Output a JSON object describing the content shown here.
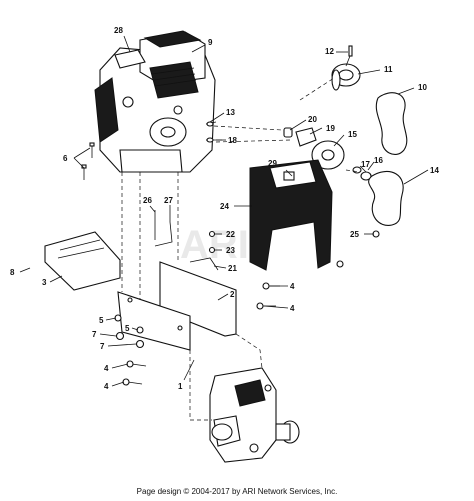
{
  "watermark": "ARI",
  "footer": "Page design © 2004-2017 by ARI Network Services, Inc.",
  "callouts": {
    "c28": "28",
    "c9": "9",
    "c12": "12",
    "c11": "11",
    "c10": "10",
    "c13": "13",
    "c18": "18",
    "c20": "20",
    "c19": "19",
    "c15": "15",
    "c6": "6",
    "c29": "29",
    "c17": "17",
    "c16": "16",
    "c14": "14",
    "c24": "24",
    "c26": "26",
    "c27": "27",
    "c22": "22",
    "c23": "23",
    "c25": "25",
    "c21": "21",
    "c8": "8",
    "c3": "3",
    "c2": "2",
    "c4a": "4",
    "c4b": "4",
    "c5a": "5",
    "c5b": "5",
    "c7a": "7",
    "c7b": "7",
    "c4c": "4",
    "c4d": "4",
    "c1": "1"
  }
}
